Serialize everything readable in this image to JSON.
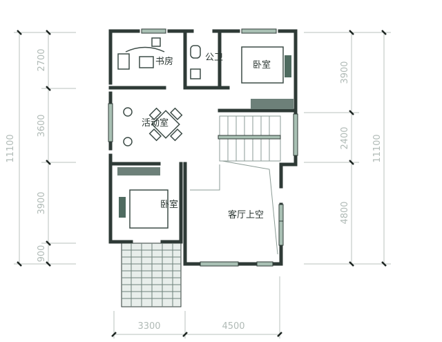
{
  "rooms": {
    "study": "书房",
    "bathroom": "公卫",
    "bedroom_ne": "卧室",
    "activity_room": "活动室",
    "bedroom_sw": "卧室",
    "living_void": "客厅上空"
  },
  "dimensions": {
    "left": {
      "total": "11100",
      "segments": [
        "2700",
        "3600",
        "3900",
        "900"
      ]
    },
    "right": {
      "total": "11100",
      "segments": [
        "3900",
        "2400",
        "4800"
      ]
    },
    "bottom": {
      "segments": [
        "3300",
        "4500"
      ]
    }
  },
  "colors": {
    "wall": "#2e3a36",
    "window": "#a9c0b4",
    "dimension": "#b8c2be"
  }
}
